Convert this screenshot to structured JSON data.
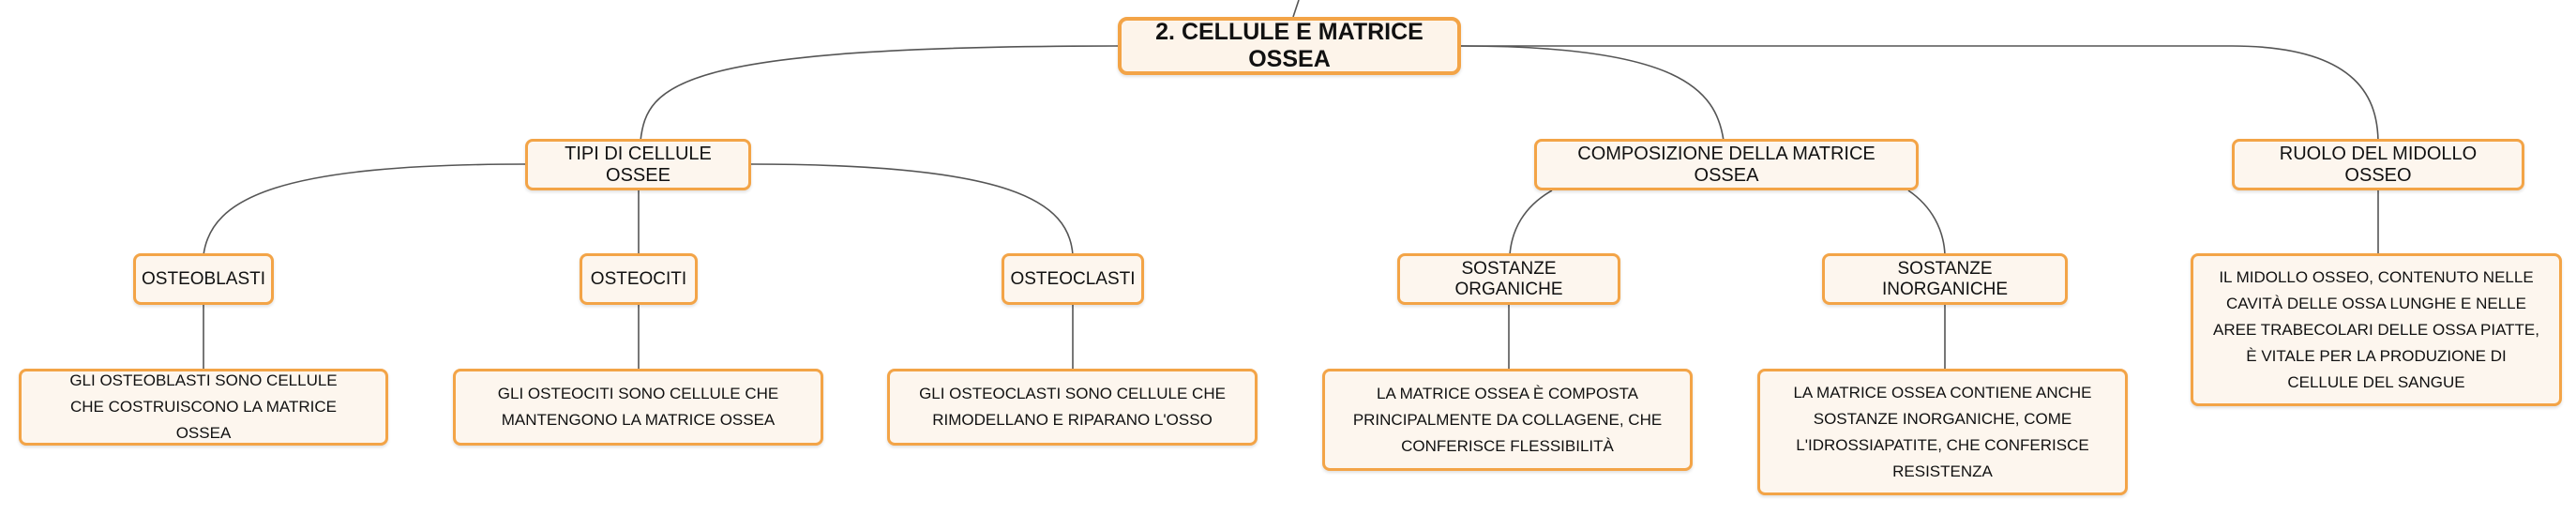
{
  "root": {
    "label": "2. CELLULE E MATRICE OSSEA"
  },
  "tipi": {
    "label": "TIPI DI CELLULE OSSEE",
    "osteoblasti": {
      "label": "OSTEOBLASTI",
      "desc": "GLI OSTEOBLASTI SONO CELLULE CHE COSTRUISCONO LA MATRICE OSSEA"
    },
    "osteociti": {
      "label": "OSTEOCITI",
      "desc": "GLI OSTEOCITI SONO CELLULE CHE MANTENGONO LA MATRICE OSSEA"
    },
    "osteoclasti": {
      "label": "OSTEOCLASTI",
      "desc": "GLI OSTEOCLASTI SONO CELLULE CHE RIMODELLANO E RIPARANO L'OSSO"
    }
  },
  "composizione": {
    "label": "COMPOSIZIONE DELLA MATRICE OSSEA",
    "organiche": {
      "label": "SOSTANZE ORGANICHE",
      "desc": "LA MATRICE OSSEA È COMPOSTA PRINCIPALMENTE DA COLLAGENE, CHE CONFERISCE FLESSIBILITÀ"
    },
    "inorganiche": {
      "label": "SOSTANZE INORGANICHE",
      "desc": "LA MATRICE OSSEA CONTIENE ANCHE SOSTANZE INORGANICHE, COME L'IDROSSIAPATITE, CHE CONFERISCE RESISTENZA"
    }
  },
  "midollo": {
    "label": "RUOLO DEL MIDOLLO OSSEO",
    "desc": "IL MIDOLLO OSSEO, CONTENUTO NELLE CAVITÀ DELLE OSSA LUNGHE E NELLE AREE TRABECOLARI DELLE OSSA PIATTE, È VITALE PER LA PRODUZIONE DI CELLULE DEL SANGUE"
  },
  "colors": {
    "border": "#f3a447",
    "fill": "#fdf6ee",
    "connector": "#555555"
  }
}
